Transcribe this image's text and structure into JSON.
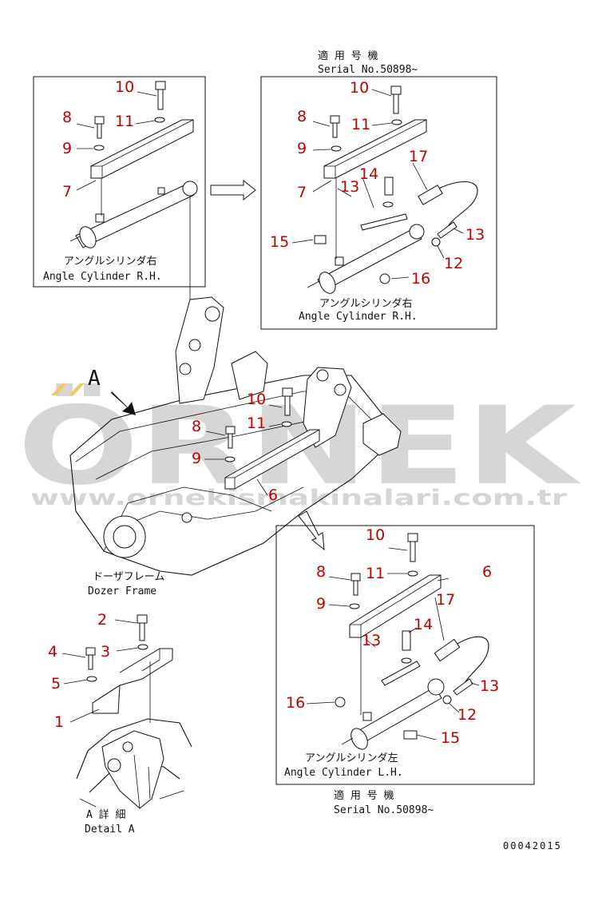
{
  "labels": {
    "serial_top_jp": "適 用 号 機",
    "serial_top": "Serial No.50898~",
    "serial_bottom_jp": "適 用 号 機",
    "serial_bottom": "Serial No.50898~",
    "angle_rh_jp": "アングルシリンダ右",
    "angle_rh": "Angle Cylinder R.H.",
    "angle_rh2_jp": "アングルシリンダ右",
    "angle_rh2": "Angle Cylinder R.H.",
    "angle_lh_jp": "アングルシリンダ左",
    "angle_lh": "Angle Cylinder L.H.",
    "frame_jp": "ドーザフレーム",
    "frame": "Dozer Frame",
    "detail_jp": "A 詳 細",
    "detail": "Detail A",
    "view_letter": "A",
    "drawing_no": "00042015"
  },
  "watermark": {
    "brand": "ÖRNEK",
    "site": "www.ornekismakinalari.com.tr",
    "color": "#cfcfcf",
    "accent": "#f0c040"
  },
  "callouts": {
    "tl": [
      "10",
      "8",
      "11",
      "9",
      "7"
    ],
    "tr": [
      "10",
      "8",
      "11",
      "9",
      "17",
      "14",
      "7",
      "13",
      "15",
      "13",
      "12",
      "16"
    ],
    "main": [
      "10",
      "8",
      "11",
      "9",
      "6"
    ],
    "br": [
      "10",
      "8",
      "11",
      "6",
      "9",
      "17",
      "13",
      "14",
      "16",
      "13",
      "12",
      "15"
    ],
    "detail": [
      "2",
      "4",
      "3",
      "5",
      "1"
    ]
  },
  "colors": {
    "callout": "#c00000",
    "line": "#111111"
  }
}
